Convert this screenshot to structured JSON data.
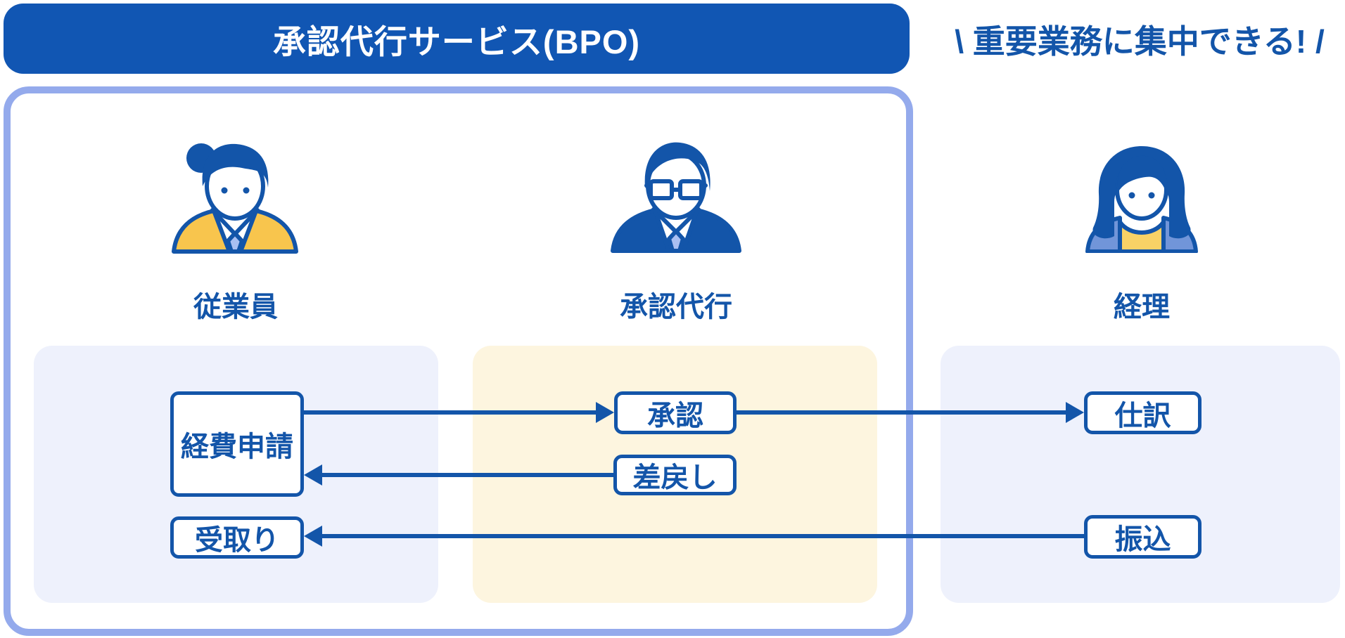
{
  "header": {
    "title": "承認代行サービス(BPO)",
    "slogan": "\\ 重要業務に集中できる! /"
  },
  "actors": [
    {
      "id": "employee",
      "label": "従業員"
    },
    {
      "id": "proxy",
      "label": "承認代行"
    },
    {
      "id": "accounting",
      "label": "経理"
    }
  ],
  "boxes": {
    "expense_request": "経費申請",
    "approval": "承認",
    "sendback": "差戻し",
    "receipt": "受取り",
    "journal": "仕訳",
    "transfer": "振込"
  },
  "flows": [
    {
      "from": "経費申請",
      "to": "承認"
    },
    {
      "from": "承認",
      "to": "仕訳"
    },
    {
      "from": "差戻し",
      "to": "経費申請"
    },
    {
      "from": "振込",
      "to": "受取り"
    }
  ],
  "colors": {
    "header_blue": "#1156B3",
    "primary": "#1355A9",
    "frame_border": "#94AAEC",
    "panel_lavender": "#EEF1FC",
    "panel_cream": "#FDF5DF",
    "jacket_yellow": "#F8C54D",
    "top_yellow": "#F8D266",
    "tie_blue": "#A9BFF2",
    "cardigan_blue": "#7195D9"
  }
}
